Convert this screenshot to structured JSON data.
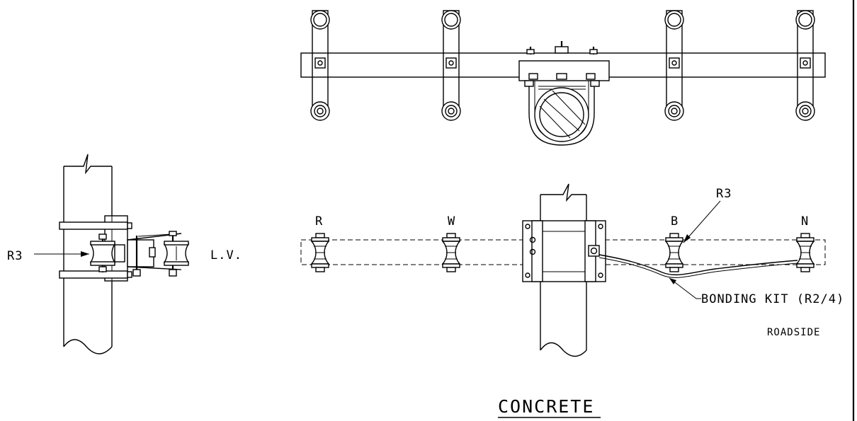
{
  "labels": {
    "phase_r": "R",
    "phase_w": "W",
    "phase_b": "B",
    "phase_n": "N",
    "insulator_ref_side": "R3",
    "insulator_ref_front": "R3",
    "lv": "L.V.",
    "bonding_kit": "BONDING KIT (R2/4)",
    "roadside": "ROADSIDE"
  },
  "title": "CONCRETE"
}
